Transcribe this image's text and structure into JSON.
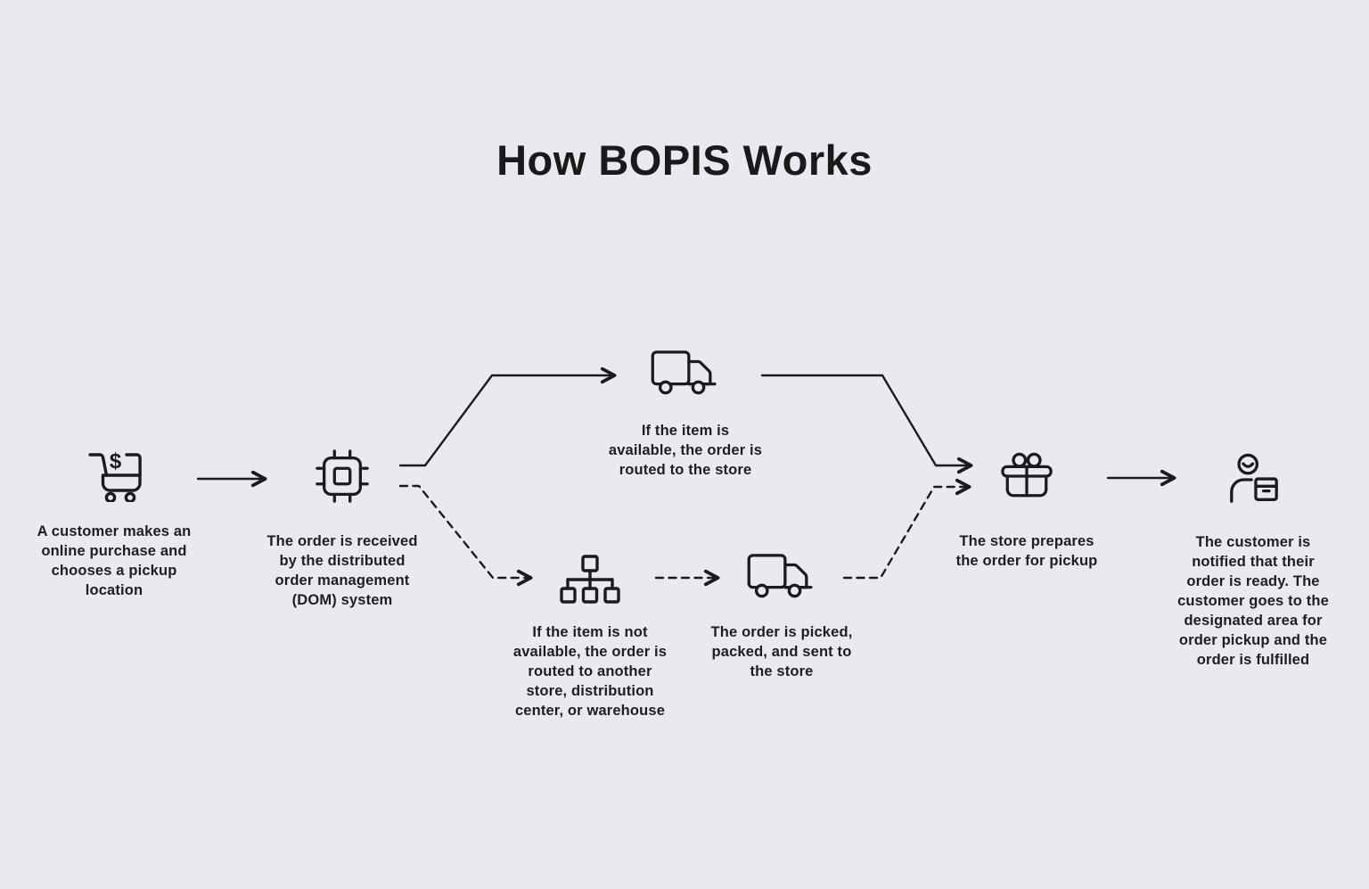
{
  "title": "How BOPIS Works",
  "colors": {
    "background": "#EBE9EF",
    "ink": "#1B1B1E"
  },
  "steps": [
    {
      "name": "online-purchase",
      "icon": "shopping-cart-icon",
      "caption": "A customer makes an\nonline purchase and\nchooses a pickup\nlocation"
    },
    {
      "name": "dom-system",
      "icon": "chip-icon",
      "caption": "The order is received\nby the distributed\norder management\n(DOM) system"
    },
    {
      "name": "item-available",
      "icon": "delivery-truck-icon",
      "caption": "If the item is\navailable, the order is\nrouted to the store"
    },
    {
      "name": "item-not-available",
      "icon": "sitemap-icon",
      "caption": "If the item is not\navailable, the order is\nrouted to another\nstore, distribution\ncenter, or warehouse"
    },
    {
      "name": "pick-pack-send",
      "icon": "delivery-truck-icon",
      "caption": "The order is picked,\npacked, and sent to\nthe store"
    },
    {
      "name": "store-prepares",
      "icon": "gift-icon",
      "caption": "The store prepares\nthe order for pickup"
    },
    {
      "name": "customer-pickup",
      "icon": "customer-with-package-icon",
      "caption": "The customer is\nnotified that their\norder is ready. The\ncustomer goes to the\ndesignated area for\norder pickup and the\norder is fulfilled"
    }
  ],
  "flow": {
    "edges": [
      {
        "from": "online-purchase",
        "to": "dom-system",
        "style": "solid"
      },
      {
        "from": "dom-system",
        "to": "item-available",
        "style": "solid"
      },
      {
        "from": "item-available",
        "to": "store-prepares",
        "style": "solid"
      },
      {
        "from": "dom-system",
        "to": "item-not-available",
        "style": "dashed"
      },
      {
        "from": "item-not-available",
        "to": "pick-pack-send",
        "style": "dashed"
      },
      {
        "from": "pick-pack-send",
        "to": "store-prepares",
        "style": "dashed"
      },
      {
        "from": "store-prepares",
        "to": "customer-pickup",
        "style": "solid"
      }
    ]
  }
}
